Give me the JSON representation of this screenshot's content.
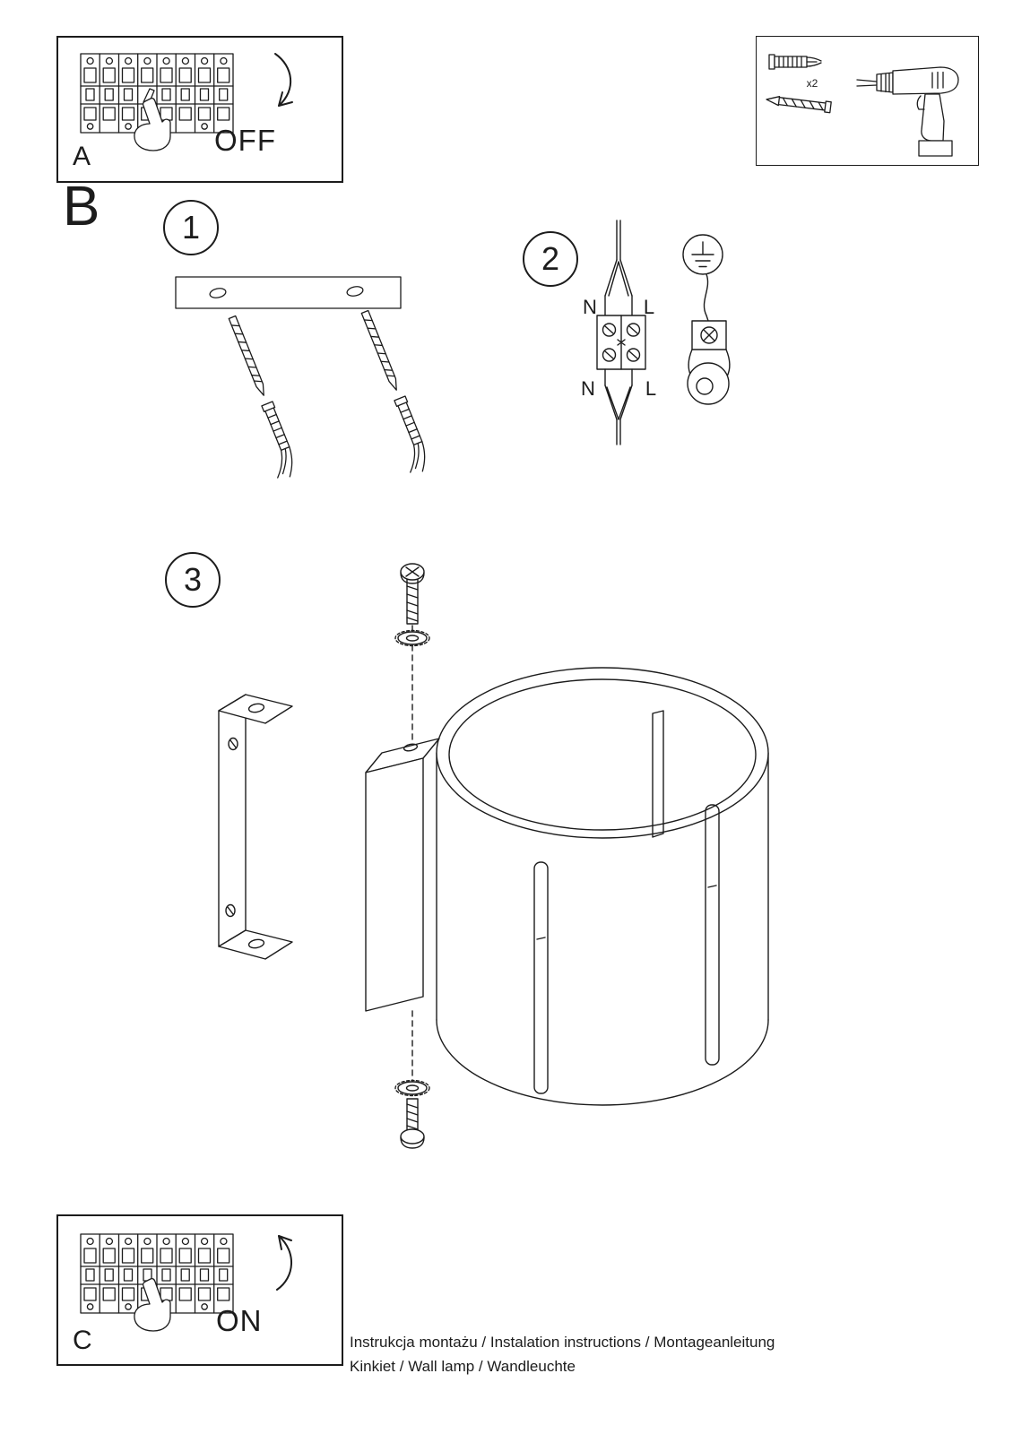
{
  "steps": {
    "a_label": "A",
    "b_label": "B",
    "c_label": "C",
    "step1": "1",
    "step2": "2",
    "step3": "3"
  },
  "power": {
    "off": "OFF",
    "on": "ON"
  },
  "wiring": {
    "n_top": "N",
    "l_top": "L",
    "n_bottom": "N",
    "l_bottom": "L"
  },
  "hardware": {
    "anchor_count": "x2"
  },
  "footer": {
    "line1": "Instrukcja montażu / Instalation instructions / Montageanleitung",
    "line2": "Kinkiet  / Wall lamp / Wandleuchte"
  },
  "colors": {
    "ink": "#1c1c1c",
    "paper": "#ffffff"
  }
}
